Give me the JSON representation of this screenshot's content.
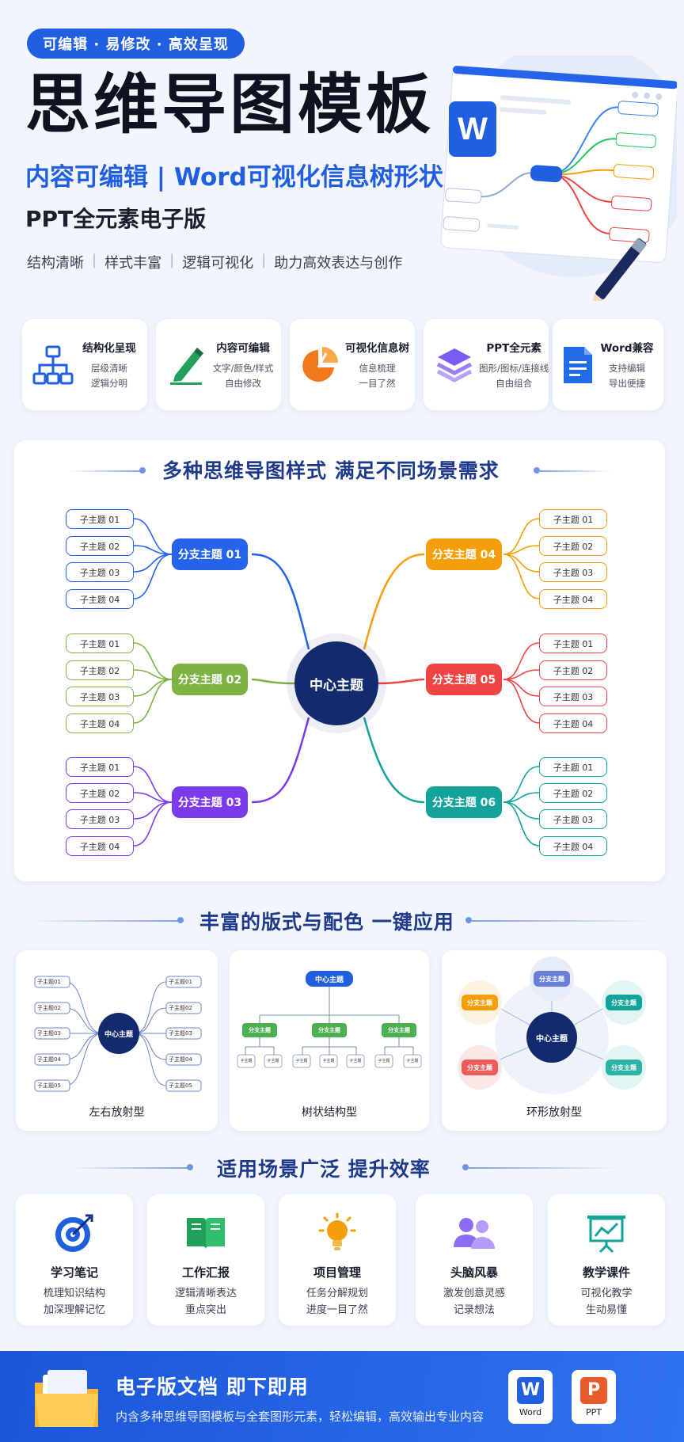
{
  "header": {
    "pill": "可编辑 · 易修改 · 高效呈现",
    "title": "思维导图模板",
    "subtitle": "内容可编辑 | Word可视化信息树形状",
    "subtitle2": "PPT全元素电子版",
    "tags": [
      "结构清晰",
      "样式丰富",
      "逻辑可视化",
      "助力高效表达与创作"
    ]
  },
  "hero": {
    "app_letter": "W"
  },
  "features": [
    {
      "icon": "hierarchy-icon",
      "title": "结构化呈现",
      "desc1": "层级清晰",
      "desc2": "逻辑分明"
    },
    {
      "icon": "pencil-icon",
      "title": "内容可编辑",
      "desc1": "文字/颜色/样式",
      "desc2": "自由修改"
    },
    {
      "icon": "pie-chart-icon",
      "title": "可视化信息树",
      "desc1": "信息梳理",
      "desc2": "一目了然"
    },
    {
      "icon": "layers-icon",
      "title": "PPT全元素",
      "desc1": "图形/图标/连接线",
      "desc2": "自由组合"
    },
    {
      "icon": "document-icon",
      "title": "Word兼容",
      "desc1": "支持编辑",
      "desc2": "导出便捷"
    }
  ],
  "mindmap": {
    "heading": "多种思维导图样式  满足不同场景需求",
    "center": "中心主题",
    "branches": [
      {
        "label": "分支主题 01",
        "color": "#2563eb"
      },
      {
        "label": "分支主题 02",
        "color": "#7cb342"
      },
      {
        "label": "分支主题 03",
        "color": "#7c3aed"
      },
      {
        "label": "分支主题 04",
        "color": "#f59e0b"
      },
      {
        "label": "分支主题 05",
        "color": "#ef4444"
      },
      {
        "label": "分支主题 06",
        "color": "#14a39a"
      }
    ],
    "leaves": [
      "子主题 01",
      "子主题 02",
      "子主题 03",
      "子主题 04"
    ]
  },
  "layouts": {
    "heading": "丰富的版式与配色  一键应用",
    "center": "中心主题",
    "items": [
      {
        "caption": "左右放射型",
        "left_leaves": [
          "子主题01",
          "子主题02",
          "子主题03",
          "子主题04",
          "子主题05"
        ],
        "right_leaves": [
          "子主题01",
          "子主题02",
          "子主题03",
          "子主题04",
          "子主题05"
        ]
      },
      {
        "caption": "树状结构型",
        "branch": "分支主题",
        "leaf": "子主题"
      },
      {
        "caption": "环形放射型",
        "branch": "分支主题"
      }
    ]
  },
  "scenes": {
    "heading": "适用场景广泛  提升效率",
    "items": [
      {
        "icon": "target-icon",
        "title": "学习笔记",
        "desc1": "梳理知识结构",
        "desc2": "加深理解记忆"
      },
      {
        "icon": "book-icon",
        "title": "工作汇报",
        "desc1": "逻辑清晰表达",
        "desc2": "重点突出"
      },
      {
        "icon": "lightbulb-icon",
        "title": "项目管理",
        "desc1": "任务分解规划",
        "desc2": "进度一目了然"
      },
      {
        "icon": "people-icon",
        "title": "头脑风暴",
        "desc1": "激发创意灵感",
        "desc2": "记录想法"
      },
      {
        "icon": "presentation-icon",
        "title": "教学课件",
        "desc1": "可视化教学",
        "desc2": "生动易懂"
      }
    ]
  },
  "footer": {
    "title": "电子版文档  即下即用",
    "desc": "内含多种思维导图模板与全套图形元素，轻松编辑，高效输出专业内容",
    "word_letter": "W",
    "word_label": "Word",
    "ppt_letter": "P",
    "ppt_label": "PPT"
  }
}
